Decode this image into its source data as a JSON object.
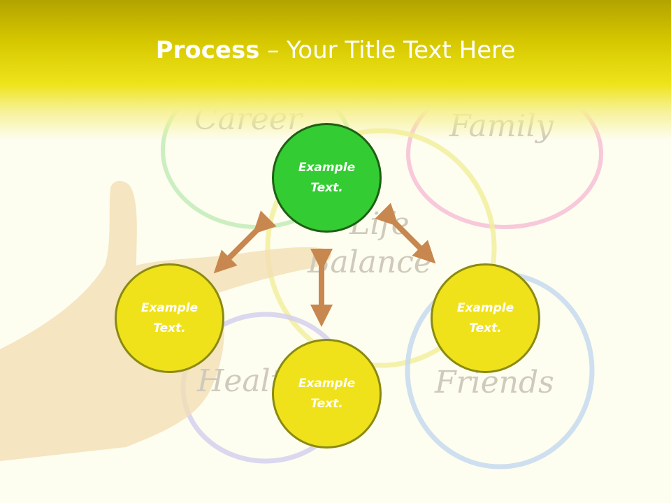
{
  "title": {
    "bold": "Process",
    "rest": " – Your Title Text Here"
  },
  "background_words": [
    "Career",
    "Family",
    "Life",
    "Balance",
    "Health",
    "Friends"
  ],
  "nodes": {
    "top": "Example\nText.",
    "left": "Example\nText.",
    "bottom": "Example\nText.",
    "right": "Example\nText."
  },
  "colors": {
    "accent_green": "#33cc33",
    "accent_yellow": "#f0e21a",
    "arrow": "#c8874e"
  }
}
